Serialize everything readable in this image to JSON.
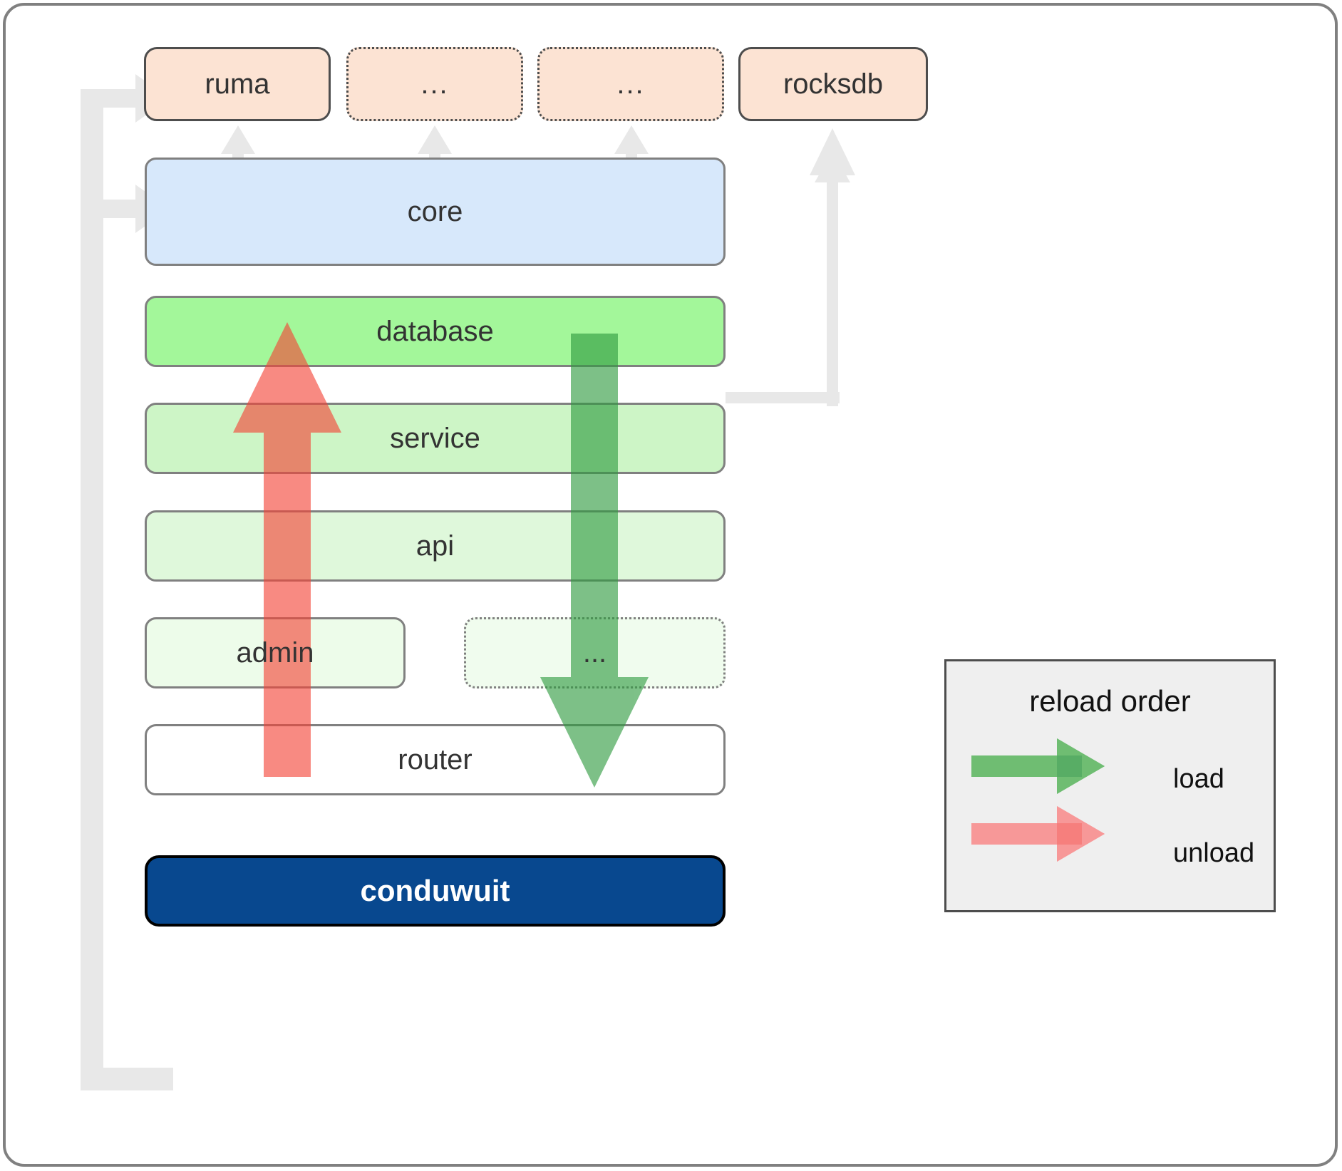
{
  "diagram": {
    "title": "conduwuit crate / reload order architecture",
    "colors": {
      "dependency_fill": "#FCE3D3",
      "dependency_stroke": "#4D4D4D",
      "core_fill": "#D7E8FB",
      "database_fill": "#A3F79A",
      "service_fill": "#CDF5C6",
      "api_fill": "#DFF8DB",
      "admin_fill": "#EDFCEA",
      "ellipsis_fill": "#F0FCEE",
      "router_fill": "#FFFFFF",
      "conduwuit_fill": "#08488F",
      "load_arrow": "#4CAF50",
      "unload_arrow": "#FA8080",
      "connector_gray": "#E8E8E8",
      "legend_fill": "#EFEFEF",
      "frame_stroke": "#808080"
    }
  },
  "dependencies": [
    {
      "label": "ruma",
      "style": "solid"
    },
    {
      "label": "...",
      "style": "dotted"
    },
    {
      "label": "...",
      "style": "dotted"
    },
    {
      "label": "rocksdb",
      "style": "solid"
    }
  ],
  "core": {
    "label": "core"
  },
  "crates": [
    {
      "label": "database",
      "style": "solid"
    },
    {
      "label": "service",
      "style": "solid"
    },
    {
      "label": "api",
      "style": "solid"
    },
    {
      "label": "admin",
      "style": "solid"
    },
    {
      "label": "...",
      "style": "dotted"
    },
    {
      "label": "router",
      "style": "solid"
    }
  ],
  "binary": {
    "label": "conduwuit"
  },
  "legend": {
    "title": "reload order",
    "items": [
      {
        "label": "load",
        "color": "#4CAF50",
        "direction": "down"
      },
      {
        "label": "unload",
        "color": "#FA8080",
        "direction": "up"
      }
    ]
  }
}
